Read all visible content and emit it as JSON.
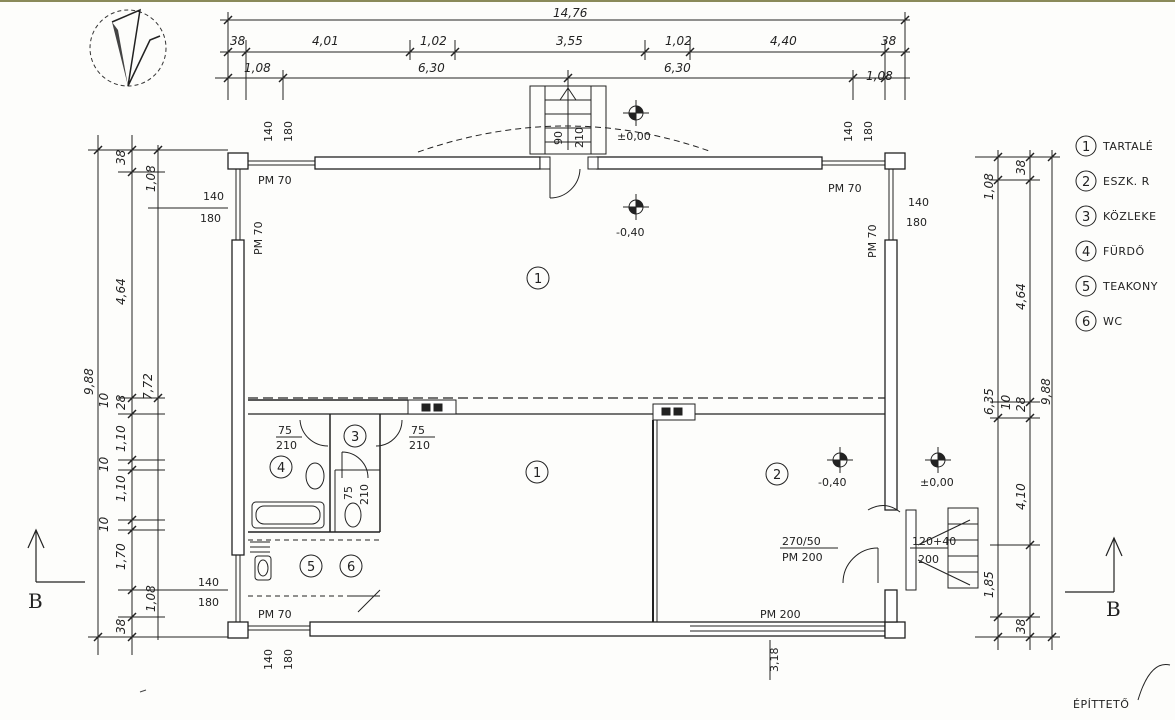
{
  "colors": {
    "ink": "#222222",
    "paper": "#fdfdfb",
    "wall": "#ffffff"
  },
  "top_dims": {
    "overall": "14,76",
    "row1": [
      "38",
      "4,01",
      "1,02",
      "3,55",
      "1,02",
      "4,40",
      "38"
    ],
    "row2": [
      "1,08",
      "6,30",
      "6,30",
      "1,08"
    ]
  },
  "left_dims": {
    "overall": "9,88",
    "sub_total": "7,72",
    "outer": [
      "38",
      "1,08",
      "4,64",
      "10",
      "28",
      "1,10",
      "10",
      "1,10",
      "10",
      "1,70",
      "1,08",
      "38"
    ],
    "window_top": [
      "140",
      "180"
    ],
    "window_bottom": [
      "140",
      "180"
    ]
  },
  "right_dims": {
    "overall": "9,88",
    "sub_total": "6,35",
    "outer": [
      "1,08",
      "38",
      "4,64",
      "10",
      "28",
      "4,10",
      "1,85",
      "38"
    ],
    "window": [
      "140",
      "180"
    ]
  },
  "openings": {
    "top_left": [
      "140",
      "180"
    ],
    "top_right": [
      "140",
      "180"
    ],
    "bottom_left": [
      "140",
      "180"
    ],
    "top_entry": [
      "90",
      "210"
    ],
    "pm_top_left": "PM 70",
    "pm_side_left": "PM 70",
    "pm_top_right": "PM 70",
    "pm_side_right": "PM 70",
    "pm_bottom_left": "PM 70",
    "pm_bottom_right": "PM 200",
    "door_wc": [
      "75",
      "210"
    ],
    "door_kitchen": [
      "75",
      "210"
    ],
    "door_small": [
      "75",
      "210"
    ],
    "door_room2": [
      "270/50",
      "PM 200"
    ],
    "door_ext": [
      "120+40",
      "200"
    ],
    "bottom_dim": "3,18"
  },
  "levels": {
    "entry": "±0,00",
    "main": "-0,40",
    "room2": "-0,40",
    "outside": "±0,00"
  },
  "rooms": [
    "1",
    "1",
    "2",
    "3",
    "4",
    "5",
    "6"
  ],
  "legend": [
    {
      "num": "1",
      "text": "TARTALÉ"
    },
    {
      "num": "2",
      "text": "ESZK. R"
    },
    {
      "num": "3",
      "text": "KÖZLEKE"
    },
    {
      "num": "4",
      "text": "FÜRDŐ"
    },
    {
      "num": "5",
      "text": "TEAKONY"
    },
    {
      "num": "6",
      "text": "WC"
    }
  ],
  "section_marks": [
    "B",
    "B"
  ],
  "signature": "ÉPÍTTETŐ"
}
